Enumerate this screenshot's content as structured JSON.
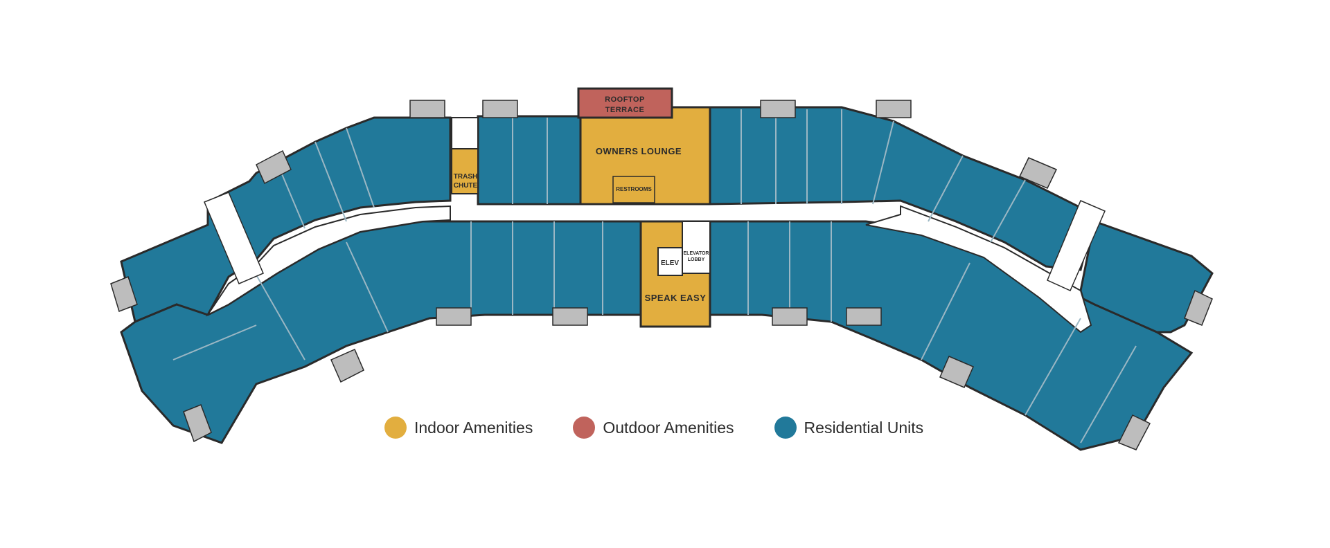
{
  "labels": {
    "rooftop_terrace_line1": "ROOFTOP",
    "rooftop_terrace_line2": "TERRACE",
    "owners_lounge": "OWNERS LOUNGE",
    "trash_chute_line1": "TRASH",
    "trash_chute_line2": "CHUTE",
    "restrooms": "RESTROOMS",
    "elev": "ELEV",
    "elevator_lobby_line1": "ELEVATOR",
    "elevator_lobby_line2": "LOBBY",
    "speak_easy": "SPEAK EASY"
  },
  "legend": [
    {
      "label": "Indoor Amenities",
      "color": "#E2AE3F"
    },
    {
      "label": "Outdoor Amenities",
      "color": "#C0635C"
    },
    {
      "label": "Residential Units",
      "color": "#21799A"
    }
  ],
  "colors": {
    "residential": "#21799A",
    "indoor": "#E2AE3F",
    "outdoor": "#C0635C",
    "wall": "#2a2a2a",
    "balcony": "#bdbdbd"
  }
}
